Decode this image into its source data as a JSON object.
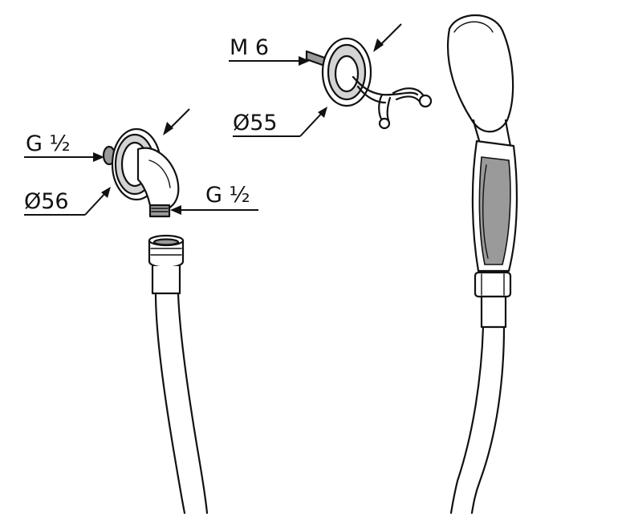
{
  "labels": {
    "m6": "M 6",
    "d55": "Ø55",
    "g_half_left": "G ½",
    "d56": "Ø56",
    "g_half_right": "G ½"
  }
}
